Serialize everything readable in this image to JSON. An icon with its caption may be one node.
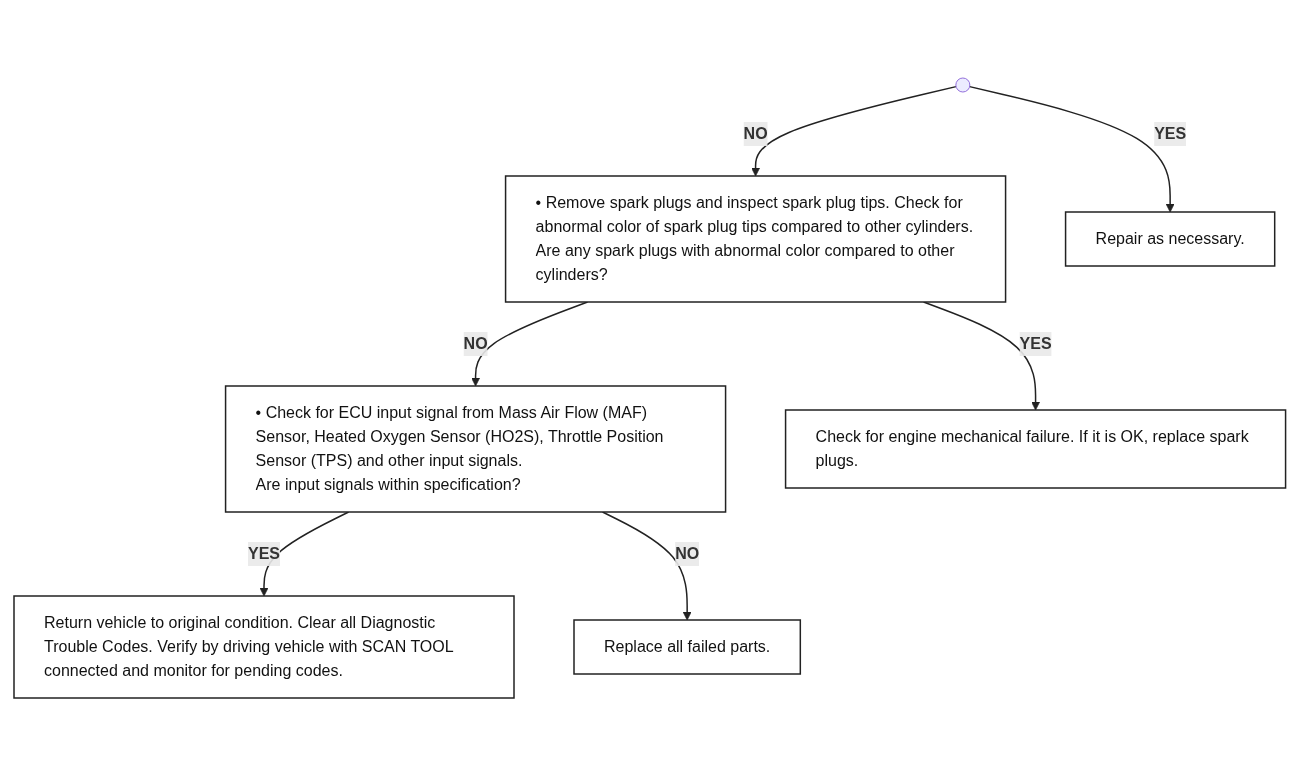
{
  "diagram": {
    "nodes": [
      {
        "text": [
          "• Remove spark plugs and inspect spark plug tips. Check for abnormal color of spark plug tips compared to other cylinders.",
          "Are any spark plugs with abnormal color compared to other cylinders?"
        ]
      },
      {
        "text": [
          "Repair as necessary."
        ]
      },
      {
        "text": [
          "• Check for ECU input signal from Mass Air Flow (MAF) Sensor, Heated Oxygen Sensor (HO2S), Throttle Position Sensor (TPS) and other input signals.",
          "Are input signals within specification?"
        ]
      },
      {
        "text": [
          "Check for engine mechanical failure. If it is OK, replace spark plugs."
        ]
      },
      {
        "text": [
          "Return vehicle to original condition. Clear all Diagnostic Trouble Codes. Verify by driving vehicle with SCAN TOOL connected and monitor for pending codes."
        ]
      },
      {
        "text": [
          "Replace all failed parts."
        ]
      }
    ],
    "edges": [
      {
        "from": null,
        "to": 0,
        "arrow": "to",
        "label": "NO"
      },
      {
        "from": null,
        "to": 1,
        "arrow": "to",
        "label": "YES"
      },
      {
        "from": 0,
        "to": 2,
        "arrow": "to",
        "label": "NO"
      },
      {
        "from": 0,
        "to": 3,
        "arrow": "to",
        "label": "YES"
      },
      {
        "from": 2,
        "to": 4,
        "arrow": "to",
        "label": "YES"
      },
      {
        "from": 2,
        "to": 5,
        "arrow": "to",
        "label": "NO"
      }
    ]
  }
}
